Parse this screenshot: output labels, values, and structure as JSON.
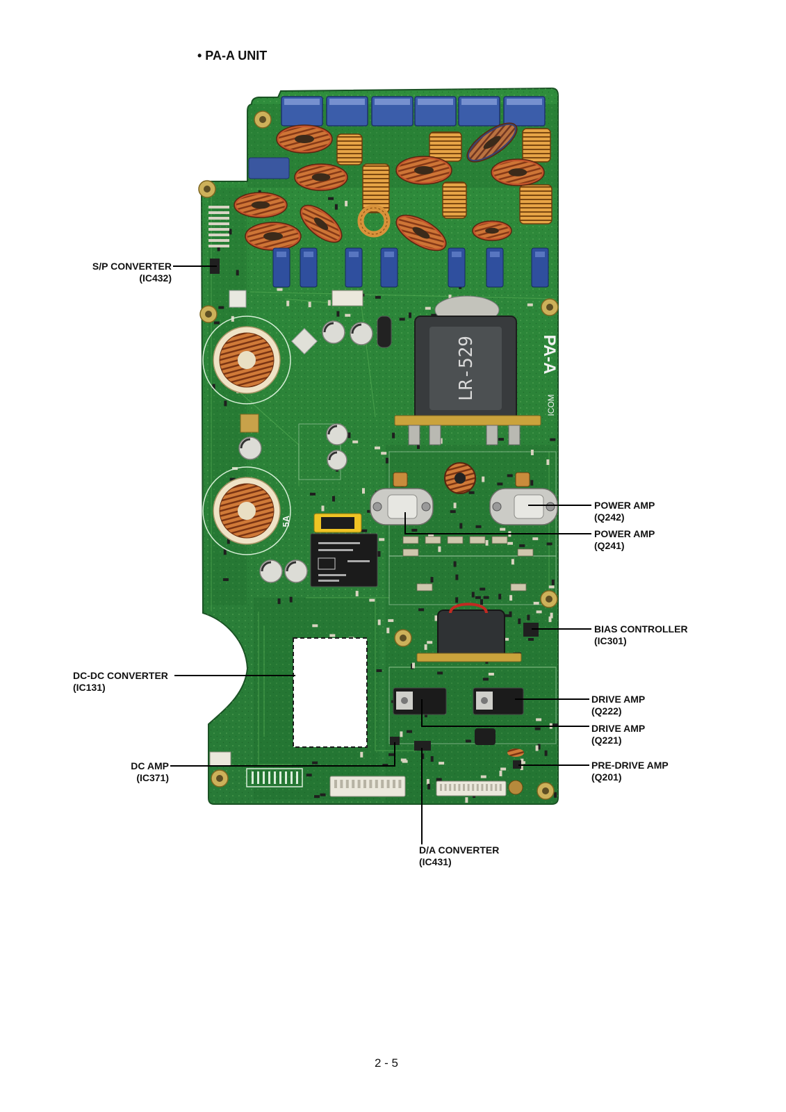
{
  "page": {
    "title": "• PA-A UNIT",
    "page_number": "2 - 5"
  },
  "callouts": {
    "sp_converter": {
      "name": "S/P CONVERTER",
      "ref": "(IC432)"
    },
    "power_amp_q242": {
      "name": "POWER AMP",
      "ref": "(Q242)"
    },
    "power_amp_q241": {
      "name": "POWER AMP",
      "ref": "(Q241)"
    },
    "bias_controller": {
      "name": "BIAS CONTROLLER",
      "ref": "(IC301)"
    },
    "dc_dc_converter": {
      "name": "DC-DC CONVERTER",
      "ref": "(IC131)"
    },
    "drive_amp_q222": {
      "name": "DRIVE AMP",
      "ref": "(Q222)"
    },
    "drive_amp_q221": {
      "name": "DRIVE AMP",
      "ref": "(Q221)"
    },
    "dc_amp": {
      "name": "DC AMP",
      "ref": "(IC371)"
    },
    "pre_drive_amp": {
      "name": "PRE-DRIVE AMP",
      "ref": "(Q201)"
    },
    "da_converter": {
      "name": "D/A CONVERTER",
      "ref": "(IC431)"
    }
  },
  "board_markings": {
    "main_transformer": "LR-529",
    "unit_name": "PA-A",
    "brand": "ICOM",
    "fuse_rating": "5A"
  }
}
